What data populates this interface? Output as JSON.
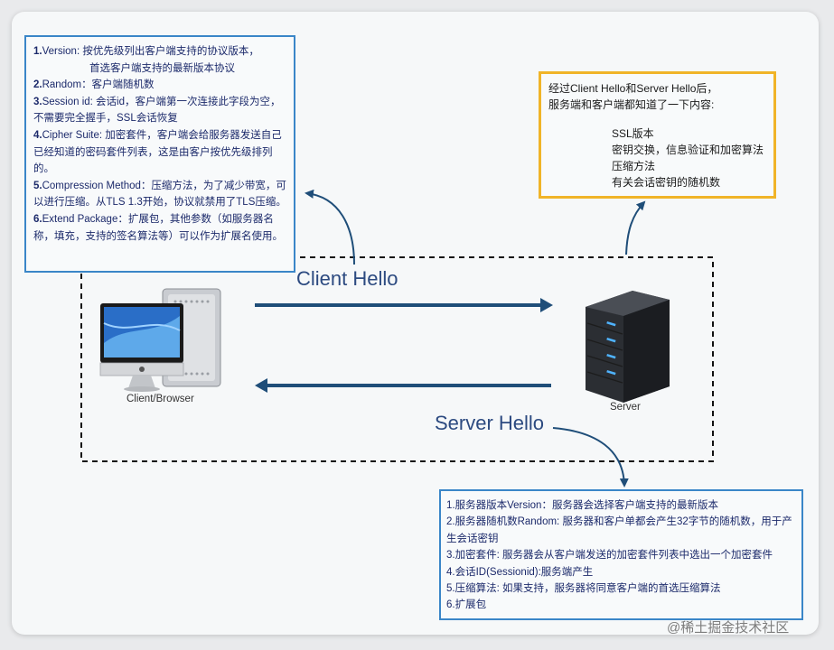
{
  "client_box": {
    "items": [
      {
        "num": "1.",
        "key": "Version",
        "text": ": 按优先级列出客户端支持的协议版本，",
        "cont": "首选客户端支持的最新版本协议"
      },
      {
        "num": "2.",
        "key": "Random",
        "text": "：客户端随机数"
      },
      {
        "num": "3.",
        "key": "Session id",
        "text": ": 会话id，客户端第一次连接此字段为空，不需要完全握手，SSL会话恢复"
      },
      {
        "num": "4.",
        "key": "Cipher Suite",
        "text": ": 加密套件，客户端会给服务器发送自己已经知道的密码套件列表，这是由客户按优先级排列的。"
      },
      {
        "num": "5.",
        "key": "Compression Method",
        "text": "：压缩方法，为了减少带宽，可以进行压缩。从TLS 1.3开始，协议就禁用了TLS压缩。"
      },
      {
        "num": "6.",
        "key": "Extend Package",
        "text": "：扩展包，其他参数（如服务器名称，填充，支持的签名算法等）可以作为扩展名使用。"
      }
    ]
  },
  "result_box": {
    "intro_line1": "经过Client Hello和Server Hello后，",
    "intro_line2": "服务端和客户端都知道了一下内容:",
    "items": [
      "SSL版本",
      "密钥交换，信息验证和加密算法",
      "压缩方法",
      "有关会话密钥的随机数"
    ]
  },
  "server_box": {
    "items": [
      "1.服务器版本Version：服务器会选择客户端支持的最新版本",
      "2.服务器随机数Random: 服务器和客户单都会产生32字节的随机数，用于产生会话密钥",
      "3.加密套件: 服务器会从客户端发送的加密套件列表中选出一个加密套件",
      "4.会话ID(Sessionid):服务端产生",
      "5.压缩算法: 如果支持，服务器将同意客户端的首选压缩算法",
      "6.扩展包"
    ]
  },
  "labels": {
    "client_hello": "Client Hello",
    "server_hello": "Server Hello",
    "client_caption": "Client/Browser",
    "server_caption": "Server"
  },
  "watermark": "@稀土掘金技术社区",
  "colors": {
    "blue_border": "#3a86c8",
    "yellow_border": "#f0b428",
    "arrow": "#1f4e79",
    "text_blue": "#1c2a6b"
  },
  "icons": {
    "client": "desktop-computer-icon",
    "server": "server-rack-icon"
  }
}
